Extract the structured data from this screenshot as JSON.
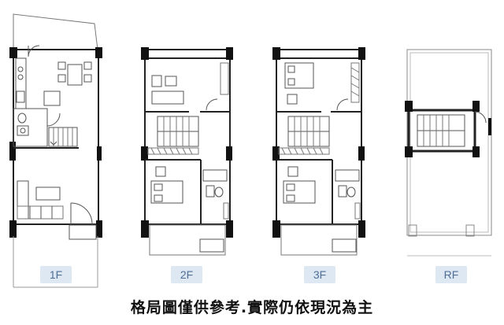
{
  "floors": [
    {
      "label": "1F"
    },
    {
      "label": "2F"
    },
    {
      "label": "3F"
    },
    {
      "label": "RF"
    }
  ],
  "caption": "格局圖僅供參考.實際仍依現況為主",
  "colors": {
    "wall": "#111111",
    "line": "#555555",
    "label_bg": "#dde8f3",
    "label_text": "#4f6f96"
  }
}
